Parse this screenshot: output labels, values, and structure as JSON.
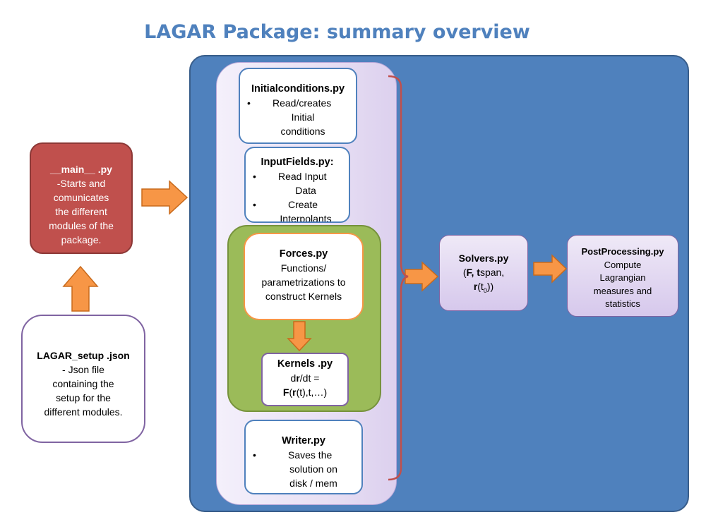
{
  "title": "LAGAR Package: summary overview",
  "main_box": {
    "name": "__main__ .py",
    "lines": [
      "-Starts and",
      "comunicates",
      "the different",
      "modules of the",
      "package."
    ]
  },
  "setup_box": {
    "name": "LAGAR_setup .json",
    "lines": [
      "- Json file",
      "containing the",
      "setup for the",
      "different modules."
    ]
  },
  "initialconditions": {
    "name": "Initialconditions.py",
    "bullet": "Read/creates",
    "lines": [
      "Initial",
      "conditions"
    ]
  },
  "inputfields": {
    "name": "InputFields.py:",
    "bullet1": "Read Input",
    "bullet1_cont": "Data",
    "bullet2": "Create",
    "bullet2_cont": "Interpolants"
  },
  "forces": {
    "name": "Forces.py",
    "lines": [
      "Functions/",
      "parametrizations to",
      "construct Kernels"
    ]
  },
  "kernels": {
    "name": "Kernels .py",
    "line1_a": "d",
    "line1_b": "r",
    "line1_c": "/dt =",
    "line2_a": "F",
    "line2_b": "(",
    "line2_c": "r",
    "line2_d": "(t),t,…)"
  },
  "writer": {
    "name": "Writer.py",
    "bullet": "Saves the",
    "lines": [
      "solution on",
      "disk / mem"
    ]
  },
  "solvers": {
    "name": "Solvers.py",
    "line1_a": "(",
    "line1_b": "F, t",
    "line1_c": "span,",
    "line2_a": "r",
    "line2_b": "(t",
    "line2_sub": "0",
    "line2_c": "))"
  },
  "postprocessing": {
    "name": "PostProcessing.py",
    "lines": [
      "Compute",
      "Lagrangian",
      "measures and",
      "statistics"
    ]
  },
  "colors": {
    "title": "#4f81bd",
    "panel": "#4f81bd",
    "main_box": "#c0504d",
    "arrow": "#f79646",
    "green_group": "#9bbb59",
    "brace": "#c0504d"
  }
}
